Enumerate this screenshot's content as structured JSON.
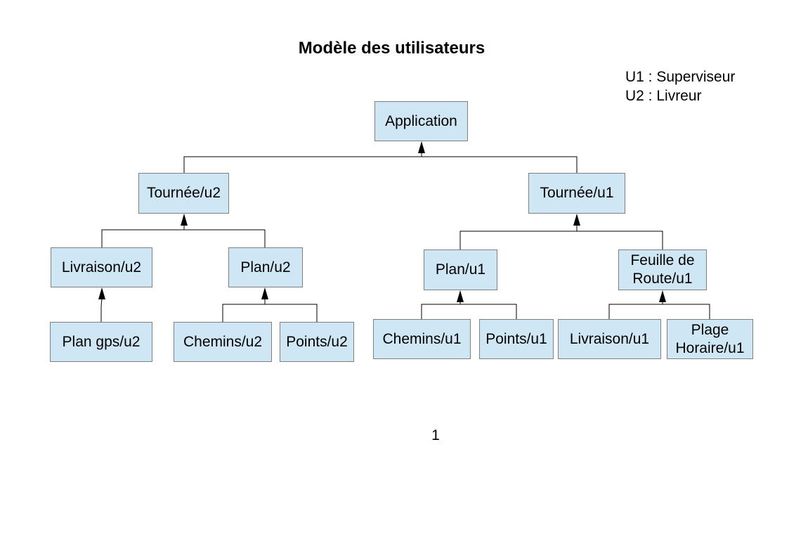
{
  "title": "Modèle des utilisateurs",
  "legend": {
    "u1": "U1 : Superviseur",
    "u2": "U2 : Livreur"
  },
  "nodes": {
    "application": "Application",
    "tournee_u2": "Tournée/u2",
    "tournee_u1": "Tournée/u1",
    "livraison_u2": "Livraison/u2",
    "plan_u2": "Plan/u2",
    "plan_gps_u2": "Plan gps/u2",
    "chemins_u2": "Chemins/u2",
    "points_u2": "Points/u2",
    "plan_u1": "Plan/u1",
    "feuille_route_u1": "Feuille de\nRoute/u1",
    "chemins_u1": "Chemins/u1",
    "points_u1": "Points/u1",
    "livraison_u1": "Livraison/u1",
    "plage_horaire_u1": "Plage\nHoraire/u1"
  },
  "page_number": "1",
  "colors": {
    "node_fill": "#cfe7f5",
    "node_border": "#7f7f7f",
    "connector": "#000000"
  }
}
